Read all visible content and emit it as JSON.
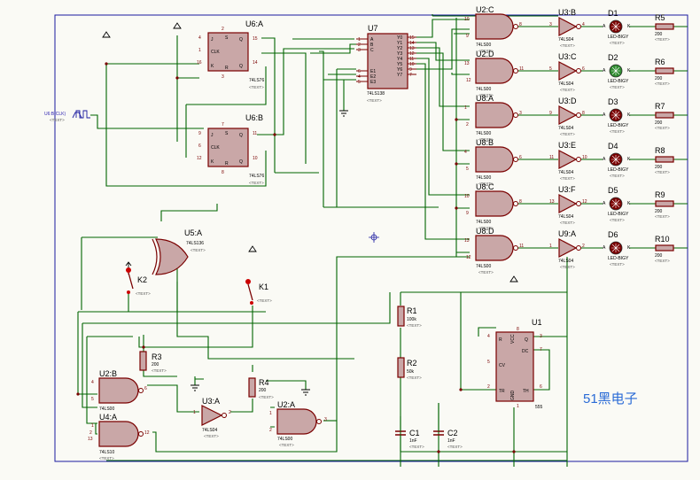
{
  "components": {
    "u6a": {
      "ref": "U6:A",
      "part": "74LS76",
      "text": "<TEXT>",
      "pins": {
        "j": "J",
        "clk": "CLK",
        "k": "K",
        "s": "S",
        "r": "R",
        "q": "Q",
        "qb": "Q",
        "p_j": "4",
        "p_clk": "1",
        "p_k": "16",
        "p_s": "2",
        "p_r": "3",
        "p_q": "15",
        "p_qb": "14"
      }
    },
    "u6b": {
      "ref": "U6:B",
      "part": "74LS76",
      "text": "<TEXT>",
      "pins": {
        "j": "J",
        "clk": "CLK",
        "k": "K",
        "s": "S",
        "r": "R",
        "q": "Q",
        "qb": "Q",
        "p_j": "9",
        "p_clk": "6",
        "p_k": "12",
        "p_s": "7",
        "p_r": "8",
        "p_q": "11",
        "p_qb": "10"
      }
    },
    "u7": {
      "ref": "U7",
      "part": "74LS138",
      "text": "<TEXT>",
      "inputs": [
        {
          "n": "1",
          "l": "A"
        },
        {
          "n": "2",
          "l": "B"
        },
        {
          "n": "3",
          "l": "C"
        },
        {
          "n": "6",
          "l": "E1"
        },
        {
          "n": "4",
          "l": "E2"
        },
        {
          "n": "5",
          "l": "E3"
        }
      ],
      "outputs": [
        {
          "n": "15",
          "l": "Y0"
        },
        {
          "n": "14",
          "l": "Y1"
        },
        {
          "n": "13",
          "l": "Y2"
        },
        {
          "n": "12",
          "l": "Y3"
        },
        {
          "n": "11",
          "l": "Y4"
        },
        {
          "n": "10",
          "l": "Y5"
        },
        {
          "n": "9",
          "l": "Y6"
        },
        {
          "n": "7",
          "l": "Y7"
        }
      ]
    },
    "nand_rows": [
      {
        "ref": "U2:C",
        "part": "74LS00",
        "text": "<TEXT>",
        "in1": "10",
        "in2": "9",
        "out": "8"
      },
      {
        "ref": "U2:D",
        "part": "74LS00",
        "text": "<TEXT>",
        "in1": "13",
        "in2": "12",
        "out": "11"
      },
      {
        "ref": "U8:A",
        "part": "74LS00",
        "text": "<TEXT>",
        "in1": "1",
        "in2": "2",
        "out": "3"
      },
      {
        "ref": "U8:B",
        "part": "74LS00",
        "text": "<TEXT>",
        "in1": "4",
        "in2": "5",
        "out": "6"
      },
      {
        "ref": "U8:C",
        "part": "74LS00",
        "text": "<TEXT>",
        "in1": "10",
        "in2": "9",
        "out": "8"
      },
      {
        "ref": "U8:D",
        "part": "74LS00",
        "text": "<TEXT>",
        "in1": "13",
        "in2": "12",
        "out": "11"
      }
    ],
    "inv_rows": [
      {
        "ref": "U3:B",
        "part": "74LS04",
        "text": "<TEXT>",
        "in": "3",
        "out": "4"
      },
      {
        "ref": "U3:C",
        "part": "74LS04",
        "text": "<TEXT>",
        "in": "5",
        "out": "6"
      },
      {
        "ref": "U3:D",
        "part": "74LS04",
        "text": "<TEXT>",
        "in": "9",
        "out": "8"
      },
      {
        "ref": "U3:E",
        "part": "74LS04",
        "text": "<TEXT>",
        "in": "11",
        "out": "10"
      },
      {
        "ref": "U3:F",
        "part": "74LS04",
        "text": "<TEXT>",
        "in": "13",
        "out": "12"
      },
      {
        "ref": "U9:A",
        "part": "74LS04",
        "text": "<TEXT>",
        "in": "1",
        "out": "2"
      }
    ],
    "leds": [
      {
        "ref": "D1",
        "part": "LED-BIGY",
        "text": "<TEXT>",
        "lit": false
      },
      {
        "ref": "D2",
        "part": "LED-BIGY",
        "text": "<TEXT>",
        "lit": true
      },
      {
        "ref": "D3",
        "part": "LED-BIGY",
        "text": "<TEXT>",
        "lit": false
      },
      {
        "ref": "D4",
        "part": "LED-BIGY",
        "text": "<TEXT>",
        "lit": false
      },
      {
        "ref": "D5",
        "part": "LED-BIGY",
        "text": "<TEXT>",
        "lit": false
      },
      {
        "ref": "D6",
        "part": "LED-BIGY",
        "text": "<TEXT>",
        "lit": false
      }
    ],
    "led_pins": {
      "a": "A",
      "k": "K"
    },
    "resistors_right": [
      {
        "ref": "R5",
        "value": "200",
        "text": "<TEXT>"
      },
      {
        "ref": "R6",
        "value": "200",
        "text": "<TEXT>"
      },
      {
        "ref": "R7",
        "value": "200",
        "text": "<TEXT>"
      },
      {
        "ref": "R8",
        "value": "200",
        "text": "<TEXT>"
      },
      {
        "ref": "R9",
        "value": "200",
        "text": "<TEXT>"
      },
      {
        "ref": "R10",
        "value": "200",
        "text": "<TEXT>"
      }
    ],
    "u5a": {
      "ref": "U5:A",
      "part": "74LS136",
      "text": "<TEXT>"
    },
    "k1": {
      "ref": "K1",
      "text": "<TEXT>"
    },
    "k2": {
      "ref": "K2",
      "text": "<TEXT>"
    },
    "r3": {
      "ref": "R3",
      "value": "200",
      "text": "<TEXT>"
    },
    "r4": {
      "ref": "R4",
      "value": "200",
      "text": "<TEXT>"
    },
    "u2b": {
      "ref": "U2:B",
      "part": "74LS00",
      "text": "<TEXT>",
      "in1": "4",
      "in2": "5",
      "out": "6"
    },
    "u4a": {
      "ref": "U4:A",
      "part": "74LS10",
      "text": "<TEXT>",
      "in1": "1",
      "in2": "2",
      "in3": "13",
      "out": "12"
    },
    "u3a": {
      "ref": "U3:A",
      "part": "74LS04",
      "text": "<TEXT>",
      "in": "1",
      "out": "2"
    },
    "u2a": {
      "ref": "U2:A",
      "part": "74LS00",
      "text": "<TEXT>",
      "in1": "1",
      "in2": "2",
      "out": "3"
    },
    "u1": {
      "ref": "U1",
      "part": "555",
      "pins": {
        "r": "R",
        "dc": "DC",
        "vcc": "VCC",
        "q": "Q",
        "cv": "CV",
        "gnd": "GND",
        "tr": "TR",
        "th": "TH",
        "p_r": "4",
        "p_dc": "7",
        "p_vcc": "8",
        "p_q": "3",
        "p_cv": "5",
        "p_gnd": "1",
        "p_tr": "2",
        "p_th": "6"
      }
    },
    "r1": {
      "ref": "R1",
      "value": "100k",
      "text": "<TEXT>"
    },
    "r2": {
      "ref": "R2",
      "value": "50k",
      "text": "<TEXT>"
    },
    "c1": {
      "ref": "C1",
      "value": "1nF",
      "text": "<TEXT>"
    },
    "c2": {
      "ref": "C2",
      "value": "1nF",
      "text": "<TEXT>"
    },
    "clock": {
      "label": "U6:B(CLK)",
      "text": "<TEXT>"
    }
  },
  "watermark": "51黑电子",
  "colors": {
    "body": "#c9a7a7",
    "outline": "#7a0000",
    "wire": "#006400",
    "led_off": "#7a0000",
    "led_on": "#2e8b2e",
    "watermark": "#2a6bd6",
    "frame": "#1a1aa0"
  }
}
